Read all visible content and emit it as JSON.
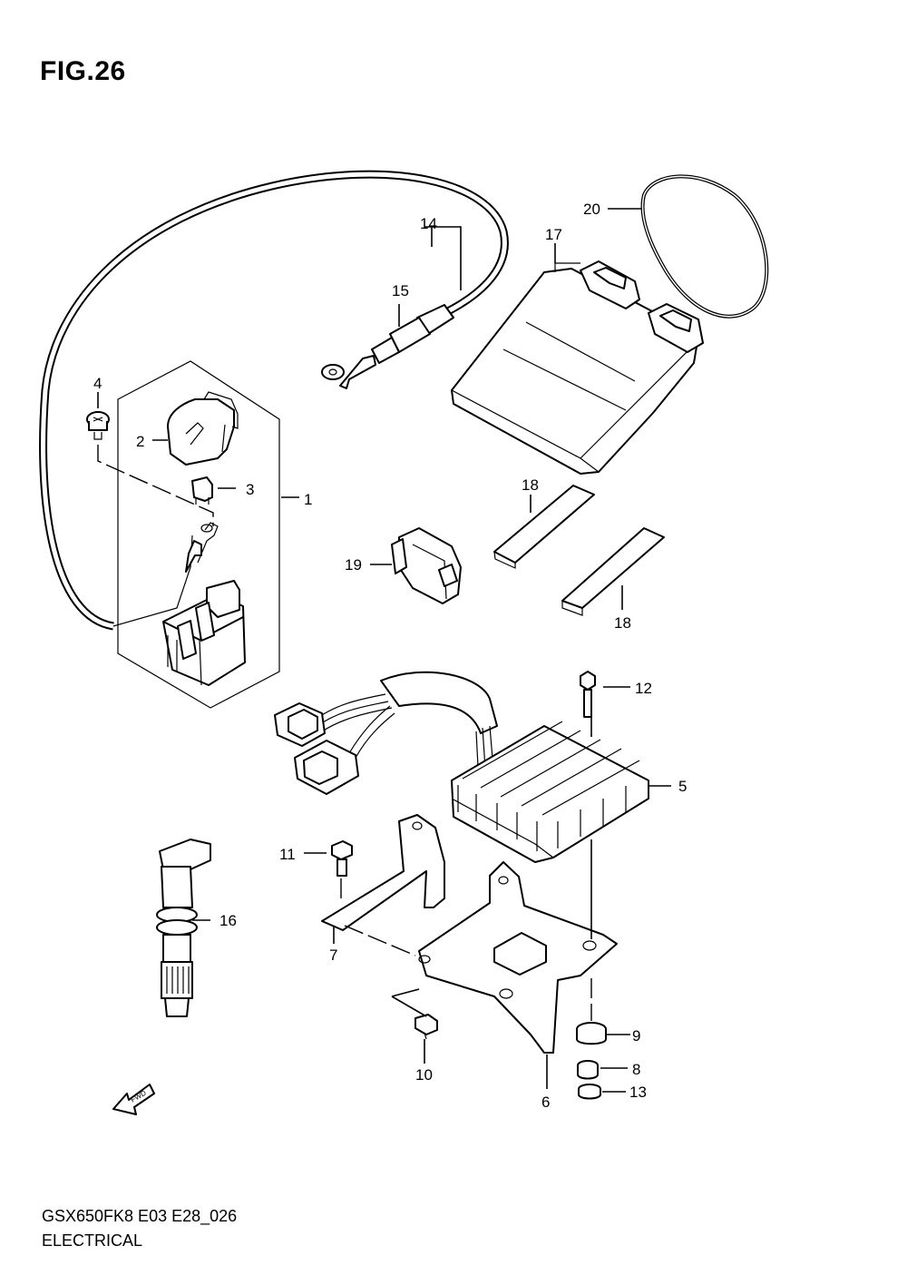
{
  "figure": {
    "title": "FIG.26"
  },
  "footer": {
    "code": "GSX650FK8 E03 E28_026",
    "name": "ELECTRICAL"
  },
  "fwd_arrow": {
    "label": "FWD",
    "icon": "fwd-arrow-icon"
  },
  "callouts": {
    "c1": "1",
    "c2": "2",
    "c3": "3",
    "c4": "4",
    "c5": "5",
    "c6": "6",
    "c7": "7",
    "c8": "8",
    "c9": "9",
    "c10": "10",
    "c11": "11",
    "c12": "12",
    "c13": "13",
    "c14": "14",
    "c15": "15",
    "c16": "16",
    "c17": "17",
    "c18a": "18",
    "c18b": "18",
    "c19": "19",
    "c20": "20"
  },
  "parts": [
    {
      "ref": "1",
      "icon": "starter-relay-assembly-icon"
    },
    {
      "ref": "2",
      "icon": "relay-cover-icon"
    },
    {
      "ref": "3",
      "icon": "fuse-icon"
    },
    {
      "ref": "4",
      "icon": "screw-icon"
    },
    {
      "ref": "5",
      "icon": "regulator-rectifier-icon"
    },
    {
      "ref": "6",
      "icon": "bracket-icon"
    },
    {
      "ref": "7",
      "icon": "bracket-icon"
    },
    {
      "ref": "8",
      "icon": "collar-icon"
    },
    {
      "ref": "9",
      "icon": "cushion-icon"
    },
    {
      "ref": "10",
      "icon": "bolt-icon"
    },
    {
      "ref": "11",
      "icon": "bolt-icon"
    },
    {
      "ref": "12",
      "icon": "bolt-icon"
    },
    {
      "ref": "13",
      "icon": "nut-icon"
    },
    {
      "ref": "14",
      "icon": "lead-wire-icon"
    },
    {
      "ref": "15",
      "icon": "cap-icon"
    },
    {
      "ref": "16",
      "icon": "ignition-coil-icon"
    },
    {
      "ref": "17",
      "icon": "ecm-icon"
    },
    {
      "ref": "18",
      "icon": "cushion-pad-icon"
    },
    {
      "ref": "19",
      "icon": "relay-icon"
    },
    {
      "ref": "20",
      "icon": "band-icon"
    }
  ]
}
